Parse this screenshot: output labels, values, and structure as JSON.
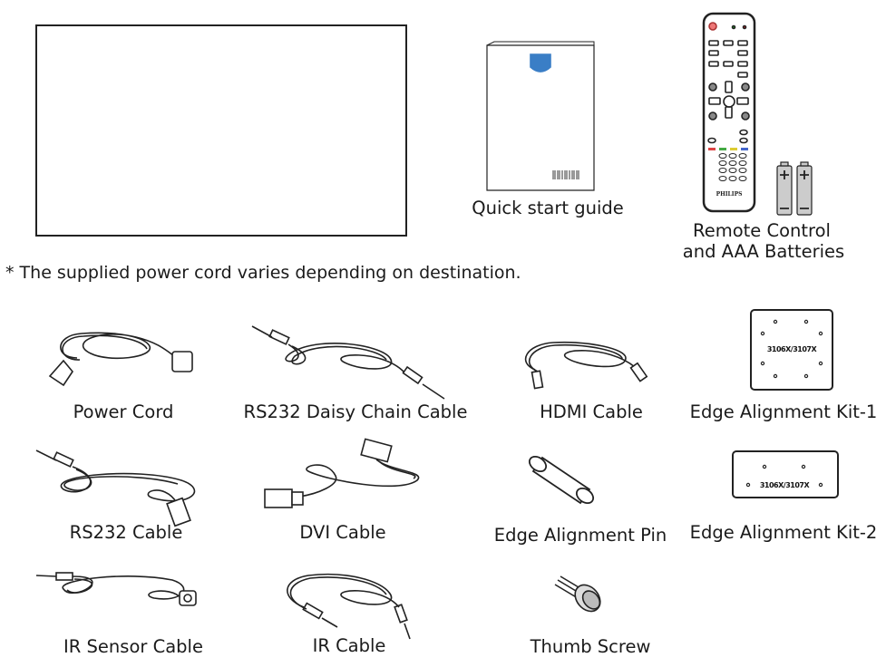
{
  "items": {
    "quick_start_guide": "Quick start guide",
    "remote_line1": "Remote Control",
    "remote_line2": "and AAA Batteries",
    "power_cord": "Power Cord",
    "rs232_daisy": "RS232 Daisy Chain Cable",
    "hdmi_cable": "HDMI Cable",
    "edge_kit1": "Edge Alignment Kit-1",
    "rs232_cable": "RS232 Cable",
    "dvi_cable": "DVI Cable",
    "edge_pin": "Edge Alignment Pin",
    "edge_kit2": "Edge Alignment Kit-2",
    "ir_sensor_cable": "IR Sensor Cable",
    "ir_cable": "IR Cable",
    "thumb_screw": "Thumb Screw"
  },
  "note": "* The supplied power cord varies depending on destination.",
  "kit_model_text": "3106X/3107X",
  "remote_brand": "PHILIPS",
  "icons": [
    "display-outline",
    "booklet",
    "remote-control",
    "aaa-battery",
    "power-cord",
    "audio-cable",
    "hdmi-cable",
    "alignment-plate",
    "rs232-cable",
    "dvi-cable",
    "alignment-pin",
    "ir-sensor-cable",
    "ir-cable",
    "thumb-screw"
  ]
}
